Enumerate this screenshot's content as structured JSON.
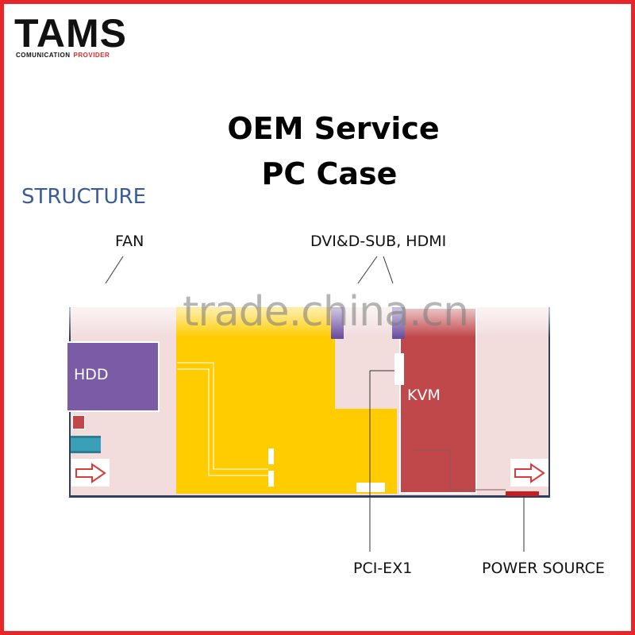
{
  "logo": {
    "name": "TAMS",
    "tagline_word1": "COMUNICATION",
    "tagline_word2": "PROVIDER"
  },
  "title": {
    "line1": "OEM Service",
    "line2": "PC Case"
  },
  "section_heading": "STRUCTURE",
  "labels": {
    "fan": "FAN",
    "video": "DVI&D-SUB, HDMI",
    "hdd": "HDD",
    "kvm": "KVM",
    "pci": "PCI-EX1",
    "power": "POWER SOURCE"
  },
  "watermark": "trade.china.cn",
  "colors": {
    "frame": "#e8262a",
    "case": "#f2dcdc",
    "board": "#ffcc00",
    "hdd": "#7b5aa6",
    "kvm": "#c0474a",
    "connector": "#6b4fa0",
    "heading": "#3b5b96",
    "power_bar": "#c81e1e",
    "arrow": "#d93b3b"
  }
}
